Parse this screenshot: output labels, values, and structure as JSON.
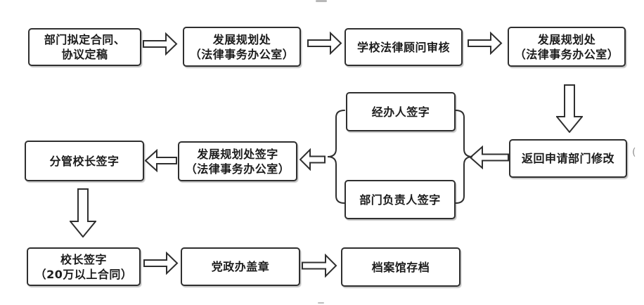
{
  "diagram": {
    "description": "Contract and agreement approval flowchart",
    "colors": {
      "border": "#2f2f2f",
      "text": "#1c1c1c",
      "background": "#ffffff"
    },
    "nodes": {
      "draft": {
        "line1": "部门拟定合同、",
        "line2": "协议定稿"
      },
      "planning_office_1": {
        "line1": "发展规划处",
        "line2": "（法律事务办公室）"
      },
      "legal_advisor_review": {
        "line1": "学校法律顾问审核"
      },
      "planning_office_2": {
        "line1": "发展规划处",
        "line2": "（法律事务办公室）"
      },
      "return_revise": {
        "line1": "返回申请部门修改"
      },
      "handler_sign": {
        "line1": "经办人签字"
      },
      "dept_head_sign": {
        "line1": "部门负责人签字"
      },
      "planning_office_sign": {
        "line1": "发展规划处签字",
        "line2": "（法律事务办公室）"
      },
      "vice_president_sign": {
        "line1": "分管校长签字"
      },
      "president_sign": {
        "line1": "校长签字",
        "line2": "（20万以上合同）"
      },
      "party_admin_seal": {
        "line1": "党政办盖章"
      },
      "archive": {
        "line1": "档案馆存档"
      }
    },
    "edges": [
      "draft → planning_office_1",
      "planning_office_1 → legal_advisor_review",
      "legal_advisor_review → planning_office_2",
      "planning_office_2 ↓ return_revise",
      "return_revise ← brace(handler_sign, dept_head_sign)",
      "brace(handler_sign, dept_head_sign) ← planning_office_sign",
      "planning_office_sign ← vice_president_sign",
      "vice_president_sign ↓ president_sign",
      "president_sign → party_admin_seal",
      "party_admin_seal → archive"
    ],
    "artifacts": {
      "right_edge_mark": "("
    }
  }
}
